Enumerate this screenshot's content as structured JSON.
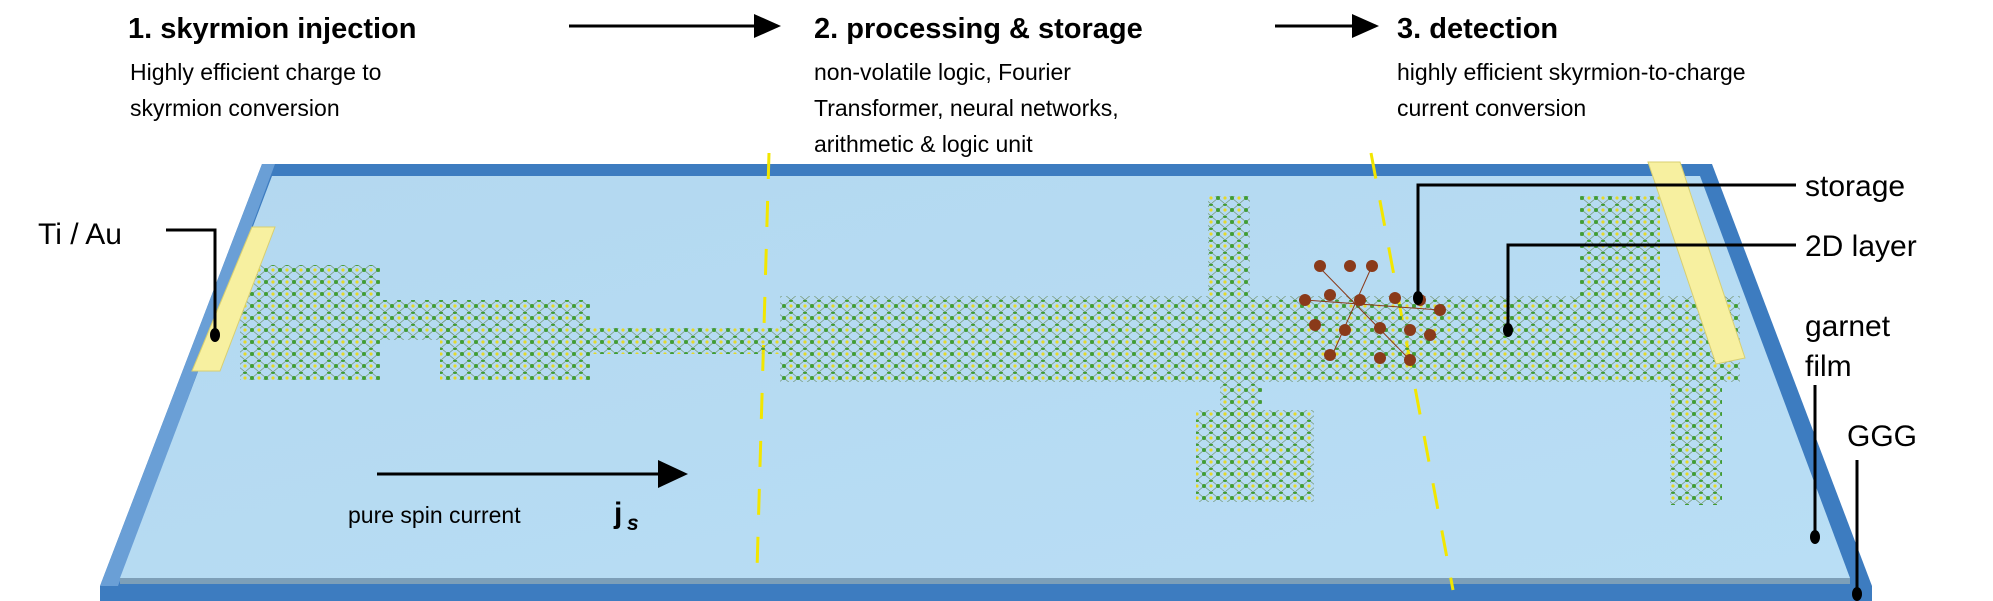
{
  "stages": [
    {
      "title": "1. skyrmion injection",
      "lines": [
        "Highly efficient charge to",
        "skyrmion conversion"
      ]
    },
    {
      "title": "2. processing & storage",
      "lines": [
        "non-volatile logic, Fourier",
        "Transformer, neural networks,",
        "arithmetic & logic unit"
      ]
    },
    {
      "title": "3. detection",
      "lines": [
        "highly efficient skyrmion-to-charge",
        "current conversion"
      ]
    }
  ],
  "labels": {
    "electrode": "Ti / Au",
    "storage": "storage",
    "layer2d": "2D layer",
    "garnet": "garnet",
    "film": "film",
    "substrate": "GGG",
    "current": "pure spin current",
    "current_symbol": "j",
    "current_subscript": "s"
  },
  "colors": {
    "substrate": "#3d7cc0",
    "film": "#b7dcf3",
    "electrode": "#f7f0a0",
    "divider": "#f2e600",
    "lattice_green": "#3a9a2a",
    "lattice_yellow": "#e8d820",
    "cluster": "#8a3a1a"
  }
}
